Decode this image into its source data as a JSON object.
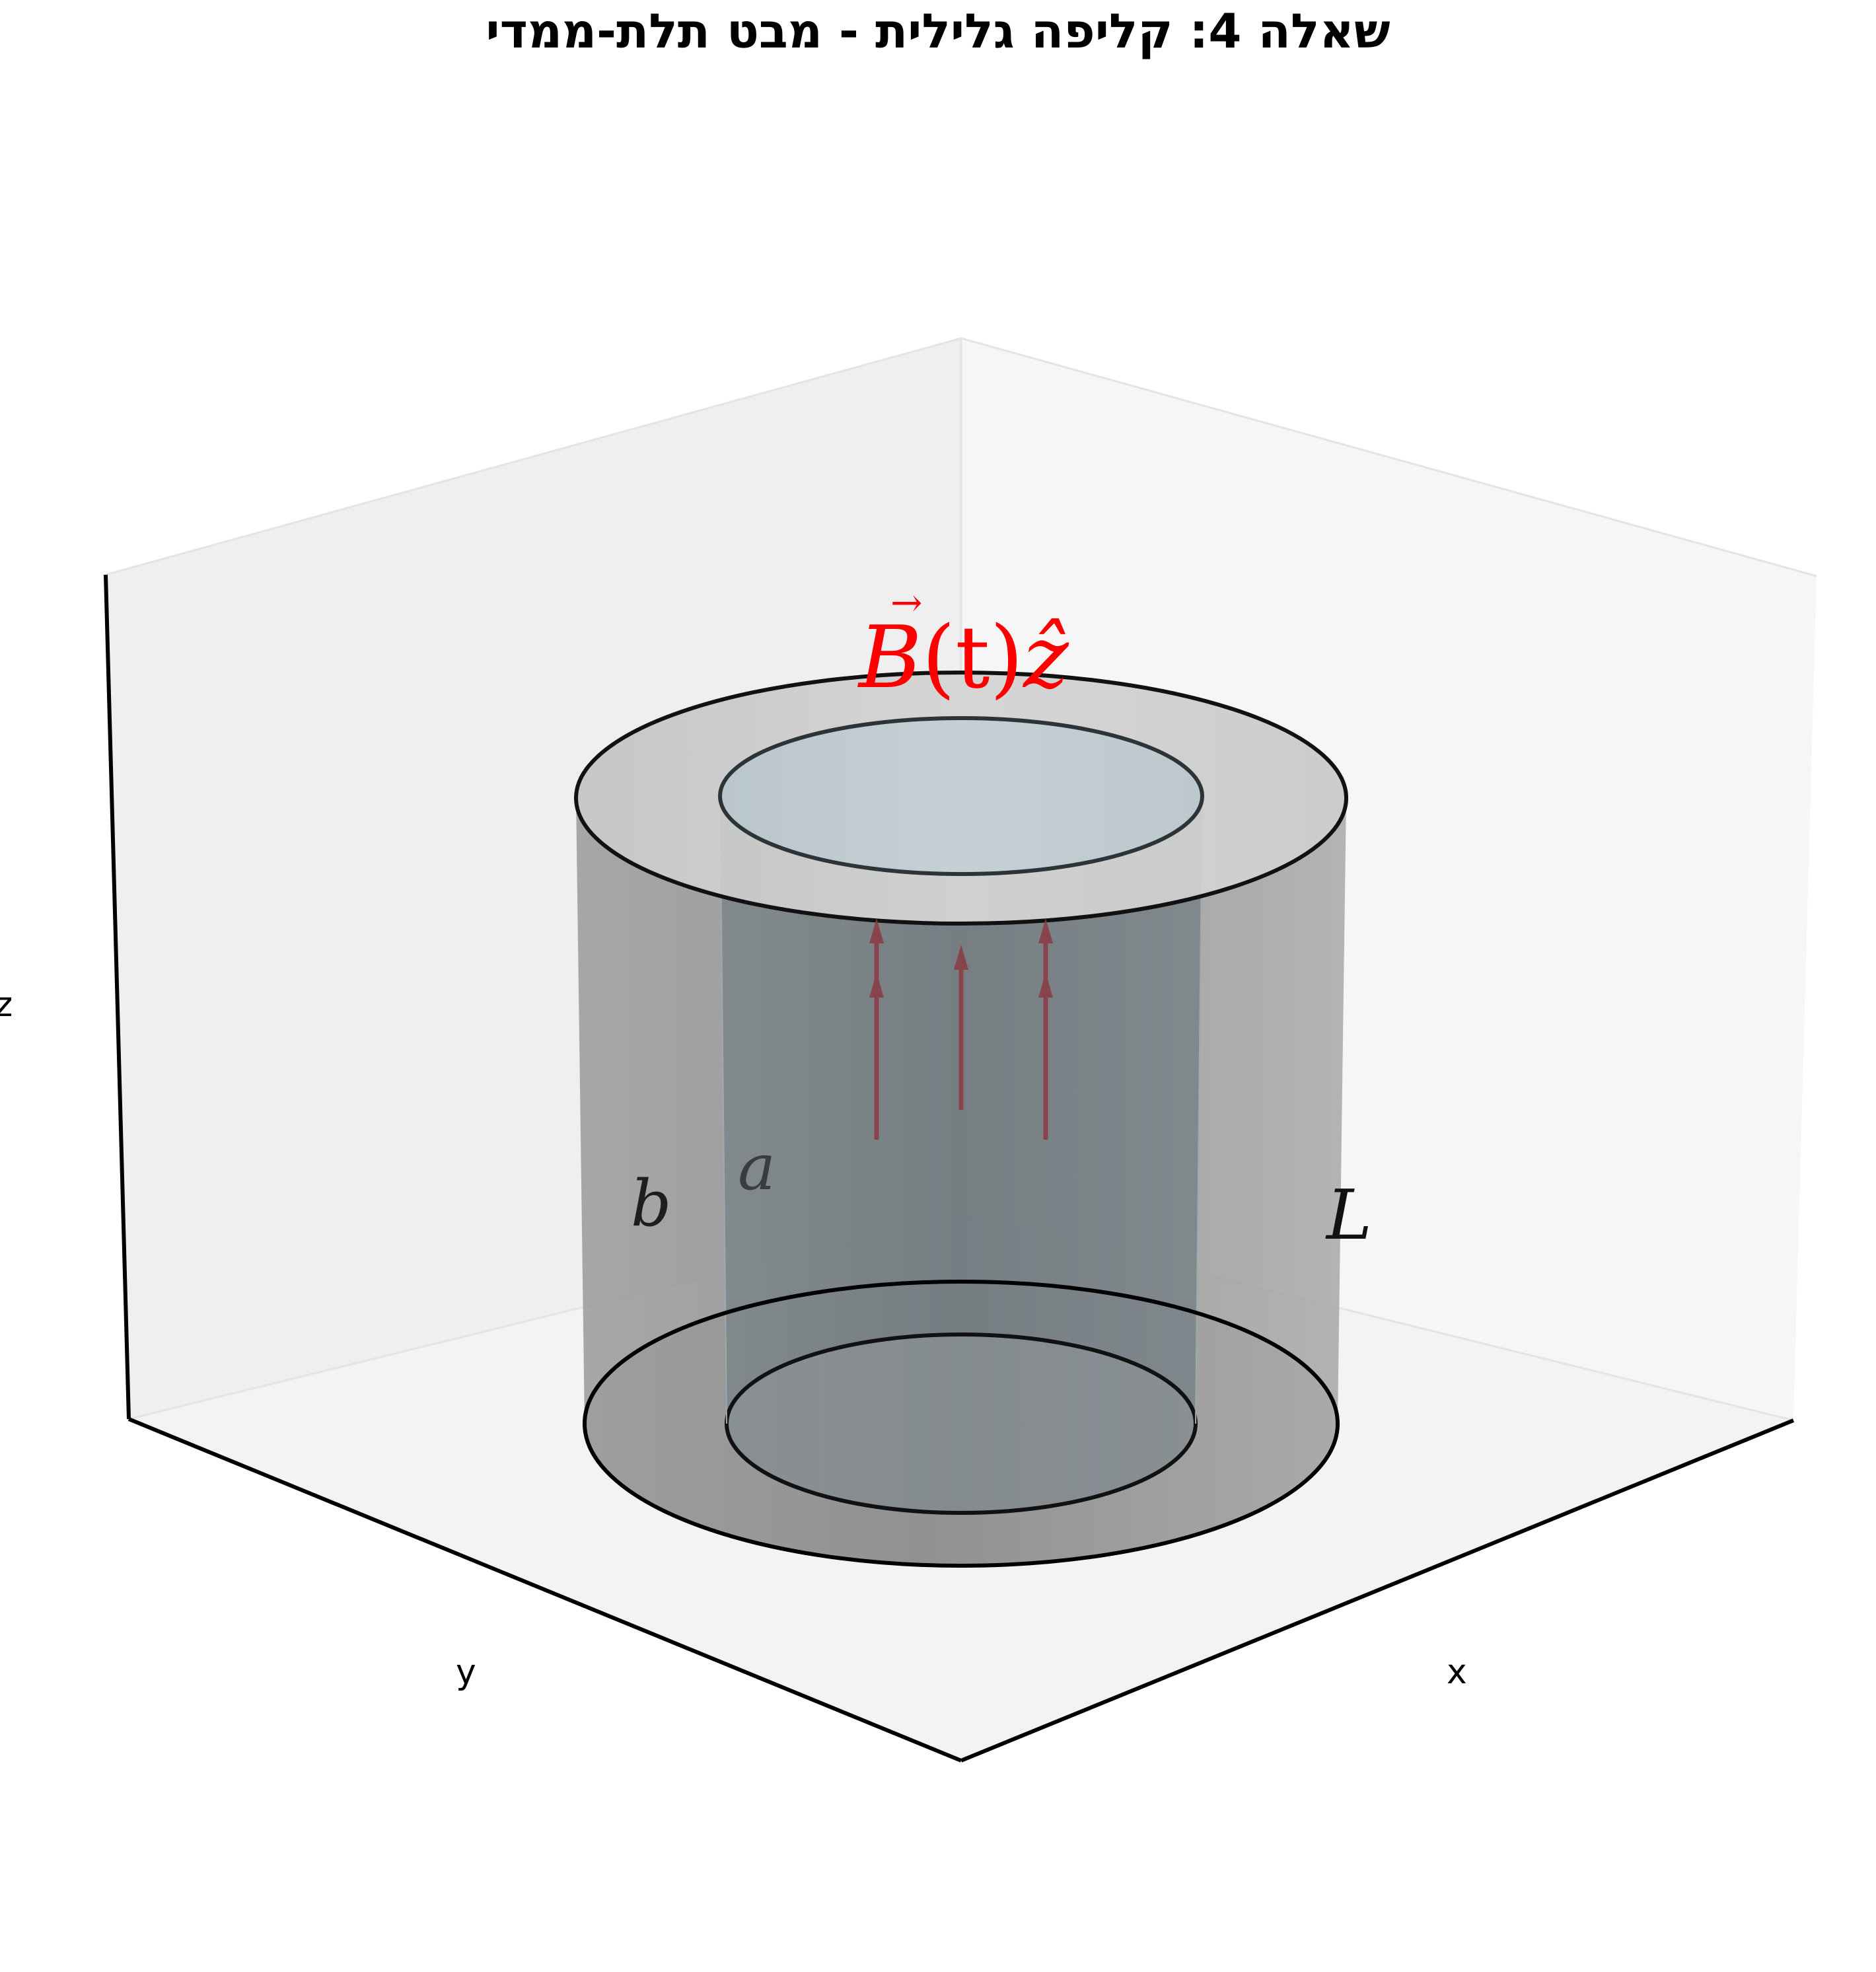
{
  "title": "שאלה 4: קליפה גלילית - מבט תלת-ממדי",
  "axes": {
    "x": "x",
    "y": "y",
    "z": "z"
  },
  "labels": {
    "field_symbol": "B",
    "field_time": "(t)",
    "field_dir": "ẑ",
    "outer_radius": "b",
    "inner_radius": "a",
    "length": "L"
  },
  "colors": {
    "field": "#ff0000",
    "field_arrow": "#8b3a42",
    "outer_shell": "#a3a3a3",
    "inner_shell": "#9fb2ba",
    "pane": "#f2f2f2"
  }
}
